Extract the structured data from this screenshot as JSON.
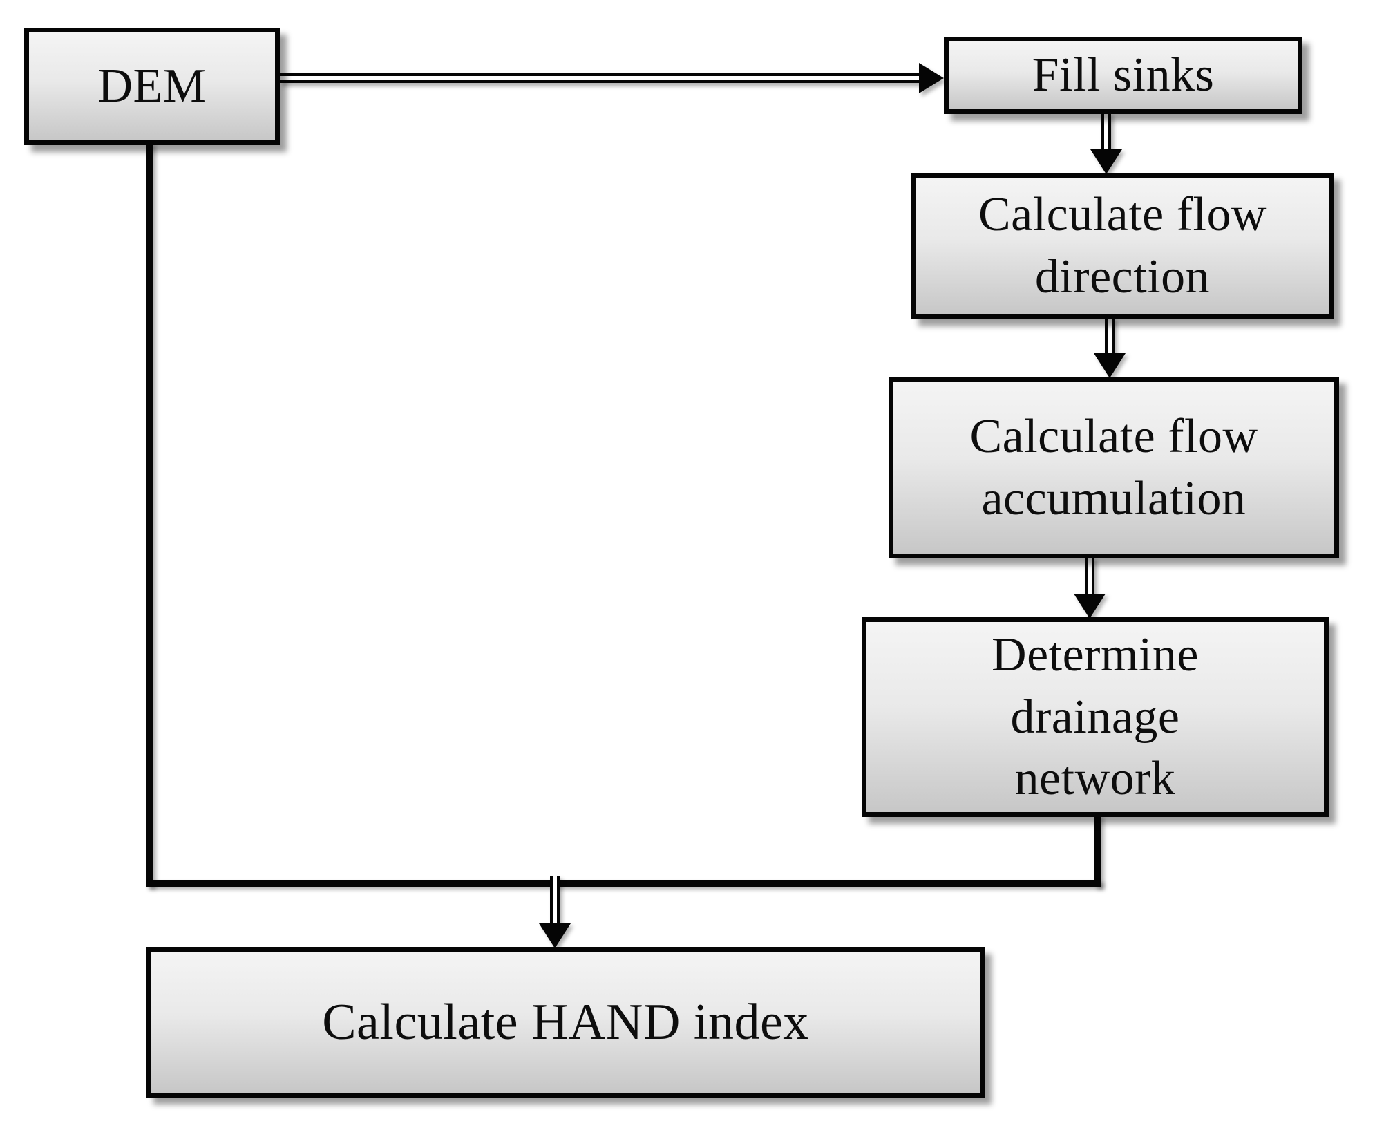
{
  "flowchart": {
    "nodes": {
      "dem": {
        "label": "DEM"
      },
      "fill_sinks": {
        "label": "Fill sinks"
      },
      "flow_direction": {
        "label": "Calculate flow\ndirection"
      },
      "flow_accumulation": {
        "label": "Calculate flow\naccumulation"
      },
      "drainage_network": {
        "label": "Determine\ndrainage\nnetwork"
      },
      "hand_index": {
        "label": "Calculate HAND index"
      }
    },
    "edges": [
      {
        "from": "dem",
        "to": "fill_sinks",
        "style": "double-line-arrow",
        "direction": "right"
      },
      {
        "from": "fill_sinks",
        "to": "flow_direction",
        "style": "double-line-arrow",
        "direction": "down"
      },
      {
        "from": "flow_direction",
        "to": "flow_accumulation",
        "style": "double-line-arrow",
        "direction": "down"
      },
      {
        "from": "flow_accumulation",
        "to": "drainage_network",
        "style": "double-line-arrow",
        "direction": "down"
      },
      {
        "from": "drainage_network",
        "to": "hand_index",
        "style": "thick-elbow-then-arrow",
        "direction": "down-left-down"
      },
      {
        "from": "dem",
        "to": "hand_index",
        "style": "thick-elbow-then-arrow",
        "direction": "down-right-down"
      }
    ],
    "colors": {
      "background": "#ffffff",
      "node_border": "#050505",
      "node_fill_top": "#f4f4f4",
      "node_fill_bottom": "#c7c7c7",
      "line": "#050505",
      "text": "#0d0d0d"
    }
  }
}
